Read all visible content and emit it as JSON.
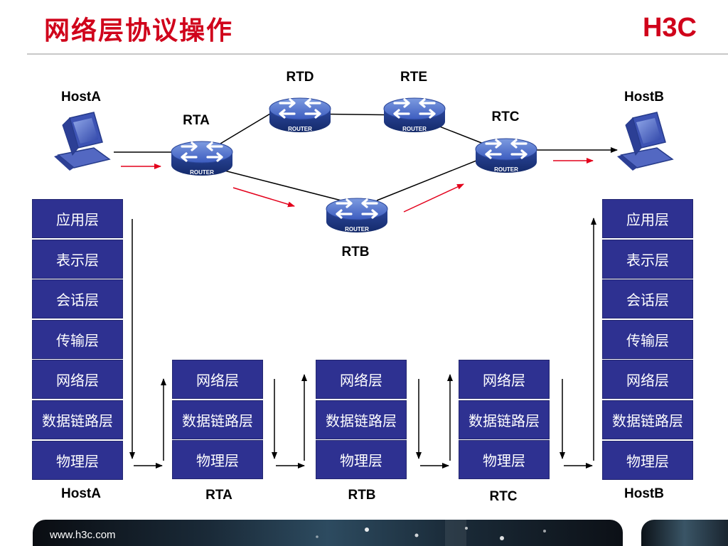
{
  "title": "网络层协议操作",
  "logo_text": "H3C",
  "footer_url": "www.h3c.com",
  "router_badge": "ROUTER",
  "topology": {
    "hostA": "HostA",
    "hostB": "HostB",
    "rta": "RTA",
    "rtb": "RTB",
    "rtc": "RTC",
    "rtd": "RTD",
    "rte": "RTE"
  },
  "stacks": {
    "hostA": {
      "label": "HostA",
      "layers": [
        "应用层",
        "表示层",
        "会话层",
        "传输层",
        "网络层",
        "数据链路层",
        "物理层"
      ]
    },
    "rta": {
      "label": "RTA",
      "layers": [
        "网络层",
        "数据链路层",
        "物理层"
      ]
    },
    "rtb": {
      "label": "RTB",
      "layers": [
        "网络层",
        "数据链路层",
        "物理层"
      ]
    },
    "rtc": {
      "label": "RTC",
      "layers": [
        "网络层",
        "数据链路层",
        "物理层"
      ]
    },
    "hostB": {
      "label": "HostB",
      "layers": [
        "应用层",
        "表示层",
        "会话层",
        "传输层",
        "网络层",
        "数据链路层",
        "物理层"
      ]
    }
  },
  "colors": {
    "title": "#d0021b",
    "layer_fill": "#2e3191",
    "router": "#3e5fbf",
    "flow_arrow": "#e3001b"
  }
}
